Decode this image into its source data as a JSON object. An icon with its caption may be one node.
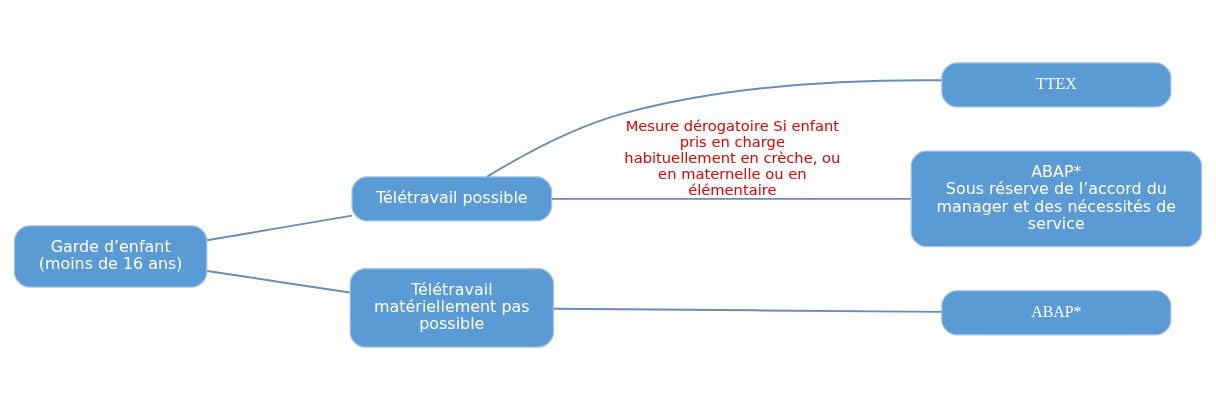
{
  "diagram": {
    "nodes": [
      {
        "text": [
          "Garde d’enfant (moins de 16 ans)"
        ]
      },
      {
        "text": [
          "Télétravail possible"
        ]
      },
      {
        "text": [
          "Télétravail matériellement pas possible"
        ]
      },
      {
        "text": [
          "TTEX"
        ]
      },
      {
        "text": [
          "ABAP*",
          "Sous réserve de l’accord du manager et des nécessités de service"
        ]
      },
      {
        "text": [
          "ABAP*"
        ]
      }
    ],
    "edges": [
      {
        "from": 0,
        "to": 1,
        "arrow": "none"
      },
      {
        "from": 0,
        "to": 2,
        "arrow": "none"
      },
      {
        "from": 1,
        "to": 3,
        "arrow": "none"
      },
      {
        "from": 1,
        "to": 4,
        "arrow": "none",
        "label": "Mesure dérogatoire Si enfant pris en charge habituellement en crèche, ou en maternelle ou en élémentaire"
      },
      {
        "from": 2,
        "to": 5,
        "arrow": "none"
      }
    ]
  }
}
